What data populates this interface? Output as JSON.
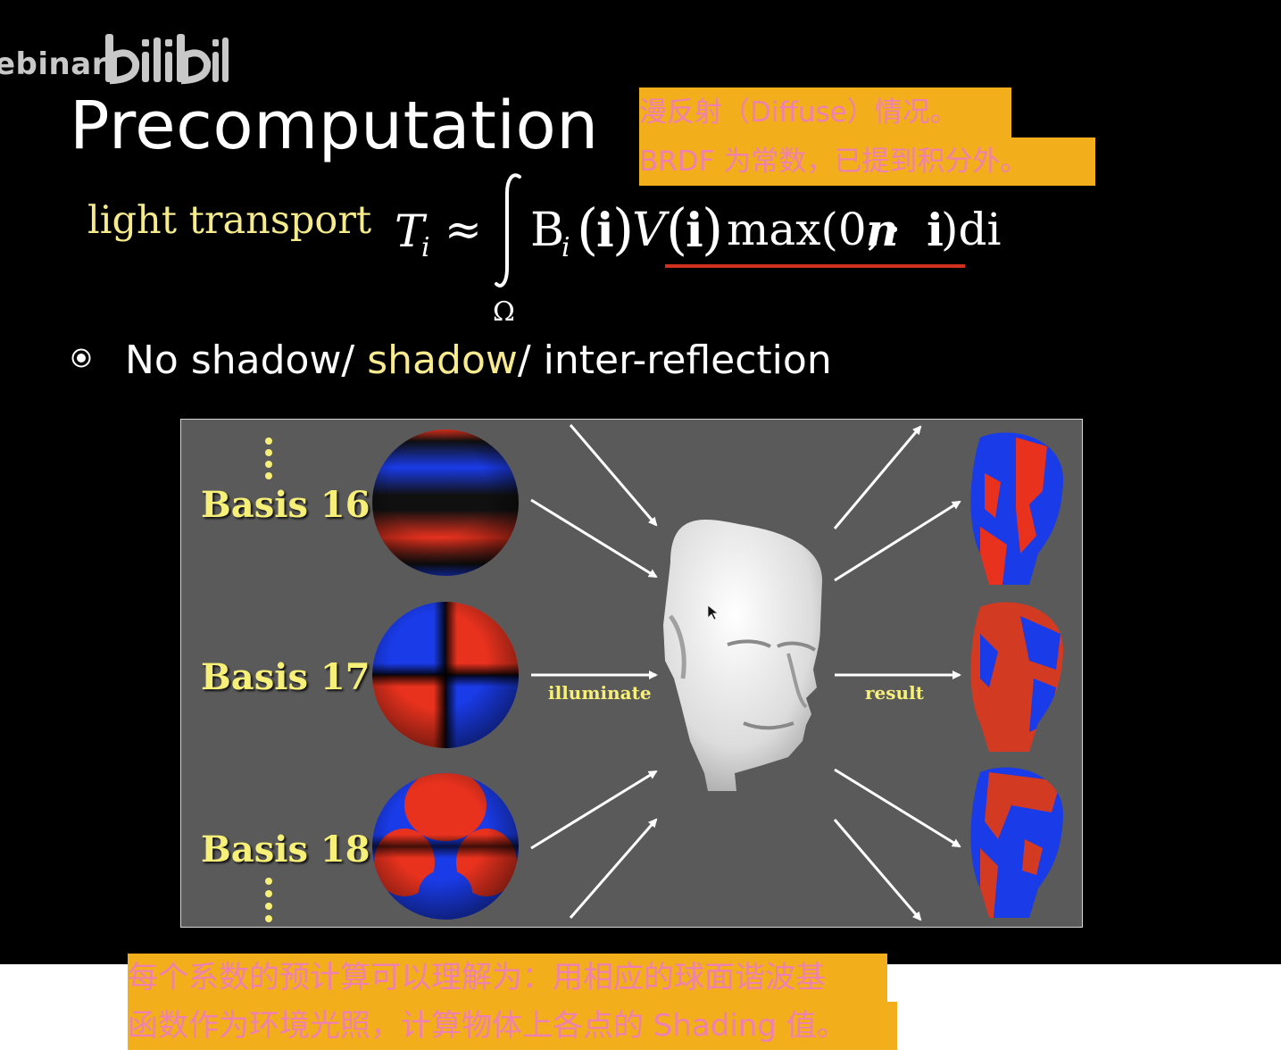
{
  "watermark": {
    "text": "ebinar",
    "logo": "bilibili"
  },
  "slide": {
    "title": "Precomputation",
    "light_transport_label": "light transport",
    "formula": {
      "lhs": "T",
      "lhs_sub": "i",
      "approx": "≈",
      "basis_B": "B",
      "basis_sub": "i",
      "paren_open": "(",
      "arg_i": "i",
      "paren_close": ")",
      "visibility": "V",
      "max_term": "max(0,",
      "normal": "n",
      "dot": " · ",
      "dir_i": "i",
      "tail": ")di",
      "domain": "Ω"
    },
    "bullet": {
      "part1": "No shadow/ ",
      "part2": "shadow",
      "part3": "/ inter-reflection"
    }
  },
  "figure": {
    "basis_labels": [
      "Basis 16",
      "Basis 17",
      "Basis 18"
    ],
    "illuminate_label": "illuminate",
    "result_label": "result"
  },
  "annotations": {
    "top_line1": "漫反射（Diffuse）情况。",
    "top_line2": "BRDF 为常数，已提到积分外。",
    "bottom_line1": "每个系数的预计算可以理解为：用相应的球面谐波基",
    "bottom_line2": "函数作为环境光照，计算物体上各点的 Shading 值。"
  },
  "colors": {
    "slide_background": "#000000",
    "highlight_yellow": "#f6eb8c",
    "note_background": "#f3ae1b",
    "note_text": "#ee80b2",
    "underline_red": "#d0301e",
    "figure_background": "#5a5a5a",
    "sh_red": "#e8321e",
    "sh_blue": "#1a3be8"
  }
}
